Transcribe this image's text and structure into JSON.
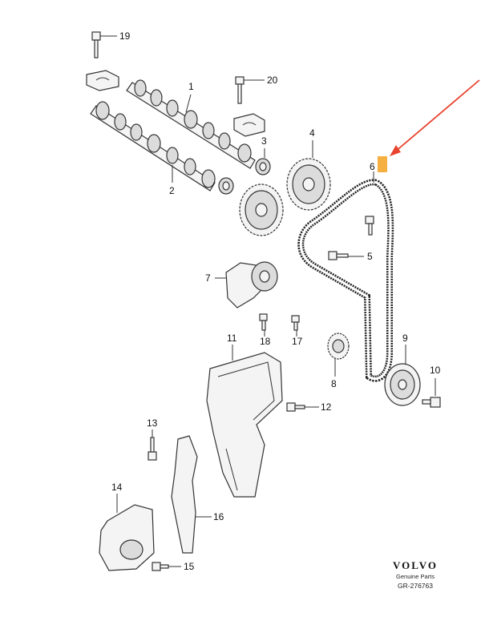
{
  "callouts": [
    {
      "num": "1"
    },
    {
      "num": "2"
    },
    {
      "num": "3"
    },
    {
      "num": "4"
    },
    {
      "num": "5"
    },
    {
      "num": "6"
    },
    {
      "num": "7"
    },
    {
      "num": "8"
    },
    {
      "num": "9"
    },
    {
      "num": "10"
    },
    {
      "num": "11"
    },
    {
      "num": "12"
    },
    {
      "num": "13"
    },
    {
      "num": "14"
    },
    {
      "num": "15"
    },
    {
      "num": "16"
    },
    {
      "num": "17"
    },
    {
      "num": "18"
    },
    {
      "num": "19"
    },
    {
      "num": "20"
    }
  ],
  "brand": {
    "name": "VOLVO",
    "subtitle": "Genuine Parts",
    "code": "GR-276763"
  },
  "colors": {
    "arrow": "#e8432e",
    "highlight": "#f5b041"
  }
}
